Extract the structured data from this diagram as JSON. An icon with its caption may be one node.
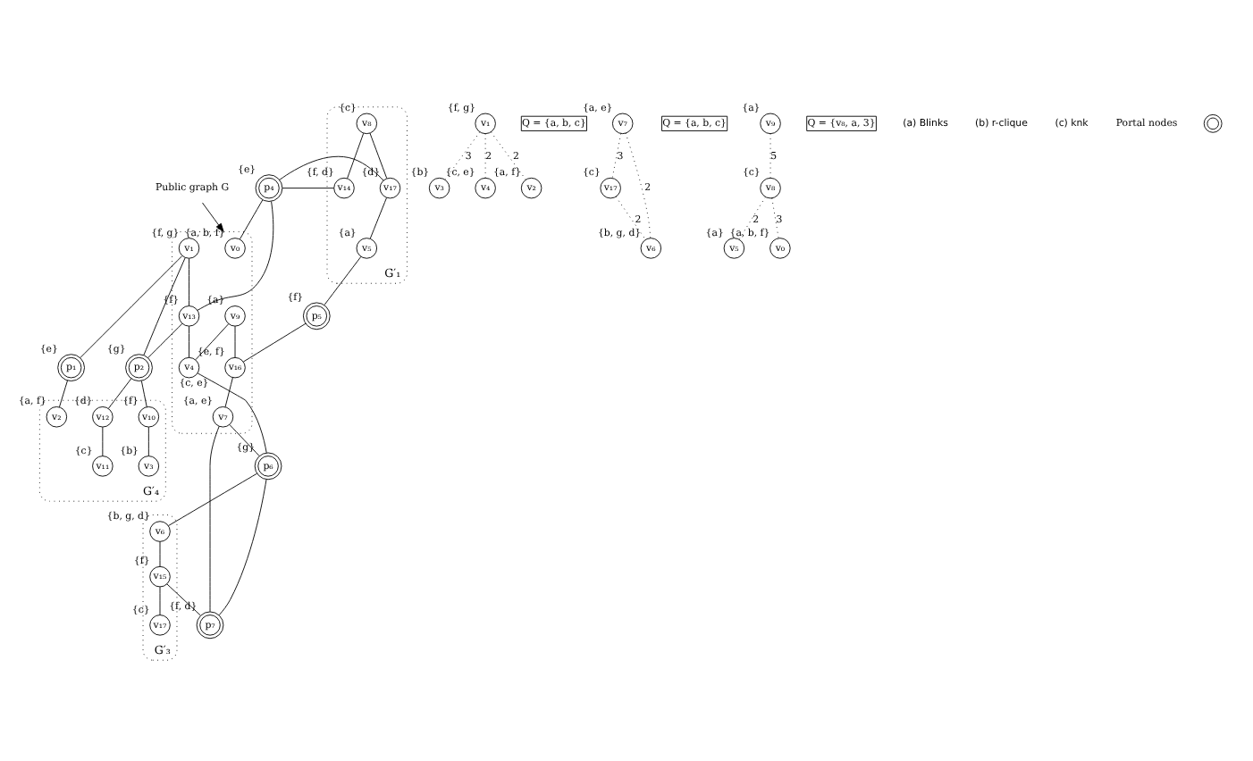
{
  "diagram": {
    "nodes": [
      {
        "text": [
          "G′₁"
        ]
      },
      {
        "text": [
          "v₈"
        ],
        "beside": [
          "{c}"
        ],
        "in": 0
      },
      {
        "text": [
          "v₁₄"
        ],
        "beside": [
          "{f, d}"
        ],
        "in": 0
      },
      {
        "text": [
          "v₅"
        ],
        "beside": [
          "{a}"
        ],
        "in": 0
      },
      {
        "text": [
          "v₁₇"
        ],
        "beside": [
          "{d}"
        ],
        "in": 0
      },
      {
        "text": [
          "Public graph G"
        ]
      },
      {
        "text": [],
        "shape": "cloud"
      },
      {
        "text": [
          "p₄"
        ],
        "beside": [
          "{e}"
        ]
      },
      {
        "text": [
          "p₅"
        ],
        "beside": [
          "{f}"
        ]
      },
      {
        "text": [
          "v₀"
        ],
        "beside": [
          "{a, b, f}"
        ],
        "in": 6
      },
      {
        "text": [
          "v₉"
        ],
        "beside": [
          "{a}"
        ],
        "in": 6
      },
      {
        "text": [
          "v₁₆"
        ],
        "beside": [
          "{e, f}"
        ],
        "in": 6
      },
      {
        "text": [
          "v₁"
        ],
        "beside": [
          "{f, g}"
        ],
        "in": 6
      },
      {
        "text": [
          "v₁₃"
        ],
        "beside": [
          "{f}"
        ],
        "in": 6
      },
      {
        "text": [
          "v₄"
        ],
        "beside": [
          "{c, e}"
        ],
        "in": 6
      },
      {
        "text": [
          "v₇"
        ],
        "beside": [
          "{a, e}"
        ],
        "in": 6
      },
      {
        "text": [
          "G′₄"
        ]
      },
      {
        "text": [
          "p₁"
        ],
        "beside": [
          "{e}"
        ]
      },
      {
        "text": [
          "p₂"
        ],
        "beside": [
          "{g}"
        ]
      },
      {
        "text": [
          "v₂"
        ],
        "beside": [
          "{a, f}"
        ],
        "in": 16
      },
      {
        "text": [
          "v₁₀"
        ],
        "beside": [
          "{f}"
        ],
        "in": 16
      },
      {
        "text": [
          "v₁₂"
        ],
        "beside": [
          "{d}"
        ],
        "in": 16
      },
      {
        "text": [
          "v₃"
        ],
        "beside": [
          "{b}"
        ],
        "in": 16
      },
      {
        "text": [
          "v₁₁"
        ],
        "beside": [
          "{c}"
        ],
        "in": 16
      },
      {
        "text": [
          "G′₃"
        ]
      },
      {
        "text": [
          "p₆"
        ],
        "beside": [
          "{g}"
        ]
      },
      {
        "text": [
          "p₇"
        ],
        "beside": [
          "{f, d}"
        ]
      },
      {
        "text": [
          "v₆"
        ],
        "beside": [
          "{b, g, d}"
        ],
        "in": 24
      },
      {
        "text": [
          "v₁₅"
        ],
        "beside": [
          "{f}"
        ],
        "in": 24
      },
      {
        "text": [
          "v₁₇"
        ],
        "beside": [
          "{c}"
        ],
        "in": 24
      },
      {
        "text": [
          "v₁"
        ],
        "beside": [
          "{f, g}"
        ]
      },
      {
        "text": [
          "Q = {a, b, c}"
        ]
      },
      {
        "text": [
          "v₂"
        ],
        "beside": [
          "{a, f}"
        ]
      },
      {
        "text": [
          "v₃"
        ],
        "beside": [
          "{b}"
        ]
      },
      {
        "text": [
          "v₄"
        ],
        "beside": [
          "{c, e}"
        ]
      },
      {
        "text": [
          "v₇"
        ],
        "beside": [
          "{a, e}"
        ]
      },
      {
        "text": [
          "Q = {a, b, c}"
        ]
      },
      {
        "text": [
          "v₁₇"
        ],
        "beside": [
          "{c}"
        ]
      },
      {
        "text": [
          "v₆"
        ],
        "beside": [
          "{b, g, d}"
        ]
      },
      {
        "text": [
          "v₉"
        ],
        "beside": [
          "{a}"
        ]
      },
      {
        "text": [
          "Q = {v₈, a, 3}"
        ]
      },
      {
        "text": [
          "v₅"
        ],
        "beside": [
          "{a}"
        ]
      },
      {
        "text": [
          "v₈"
        ],
        "beside": [
          "{c}"
        ]
      },
      {
        "text": [
          "v₀"
        ],
        "beside": [
          "{a, b, f}"
        ]
      }
    ],
    "edges": [
      {
        "from": 1,
        "to": 2,
        "arrow": "none"
      },
      {
        "from": 1,
        "to": 4,
        "arrow": "none"
      },
      {
        "from": 2,
        "to": 7,
        "arrow": "none"
      },
      {
        "from": 7,
        "to": 4,
        "arrow": "none"
      },
      {
        "from": 4,
        "to": 3,
        "arrow": "none"
      },
      {
        "from": 3,
        "to": 8,
        "arrow": "none"
      },
      {
        "from": 5,
        "to": 6,
        "arrow": "to"
      },
      {
        "from": 7,
        "to": 9,
        "arrow": "none"
      },
      {
        "from": 7,
        "to": 13,
        "arrow": "none"
      },
      {
        "from": 8,
        "to": 11,
        "arrow": "none"
      },
      {
        "from": 10,
        "to": 11,
        "arrow": "none"
      },
      {
        "from": 10,
        "to": 14,
        "arrow": "none"
      },
      {
        "from": 11,
        "to": 15,
        "arrow": "none"
      },
      {
        "from": 12,
        "to": 17,
        "arrow": "none"
      },
      {
        "from": 12,
        "to": 18,
        "arrow": "none"
      },
      {
        "from": 12,
        "to": 13,
        "arrow": "none"
      },
      {
        "from": 13,
        "to": 18,
        "arrow": "none"
      },
      {
        "from": 13,
        "to": 14,
        "arrow": "none"
      },
      {
        "from": 14,
        "to": 25,
        "arrow": "none"
      },
      {
        "from": 15,
        "to": 25,
        "arrow": "none"
      },
      {
        "from": 15,
        "to": 26,
        "arrow": "none"
      },
      {
        "from": 25,
        "to": 26,
        "arrow": "none"
      },
      {
        "from": 17,
        "to": 19,
        "arrow": "none"
      },
      {
        "from": 18,
        "to": 20,
        "arrow": "none"
      },
      {
        "from": 18,
        "to": 21,
        "arrow": "none"
      },
      {
        "from": 20,
        "to": 22,
        "arrow": "none"
      },
      {
        "from": 21,
        "to": 23,
        "arrow": "none"
      },
      {
        "from": 25,
        "to": 27,
        "arrow": "none"
      },
      {
        "from": 27,
        "to": 28,
        "arrow": "none"
      },
      {
        "from": 28,
        "to": 26,
        "arrow": "none"
      },
      {
        "from": 28,
        "to": 29,
        "arrow": "none"
      },
      {
        "from": 30,
        "to": 32,
        "arrow": "none",
        "label": "2",
        "style": "dashed"
      },
      {
        "from": 30,
        "to": 33,
        "arrow": "none",
        "label": "3",
        "style": "dashed"
      },
      {
        "from": 30,
        "to": 34,
        "arrow": "none",
        "label": "2",
        "style": "dashed"
      },
      {
        "from": 35,
        "to": 37,
        "arrow": "none",
        "label": "3",
        "style": "dashed"
      },
      {
        "from": 35,
        "to": 38,
        "arrow": "none",
        "label": "2",
        "style": "dashed"
      },
      {
        "from": 37,
        "to": 38,
        "arrow": "none",
        "label": "2",
        "style": "dashed"
      },
      {
        "from": 39,
        "to": 42,
        "arrow": "none",
        "label": "5",
        "style": "dashed"
      },
      {
        "from": 42,
        "to": 41,
        "arrow": "none",
        "label": "2",
        "style": "dashed"
      },
      {
        "from": 42,
        "to": 43,
        "arrow": "none",
        "label": "3",
        "style": "dashed"
      }
    ],
    "labels": [
      "(a) Blinks",
      "(b) r-clique",
      "(c) knk"
    ],
    "legend": [
      {
        "text": "Portal nodes"
      }
    ]
  }
}
